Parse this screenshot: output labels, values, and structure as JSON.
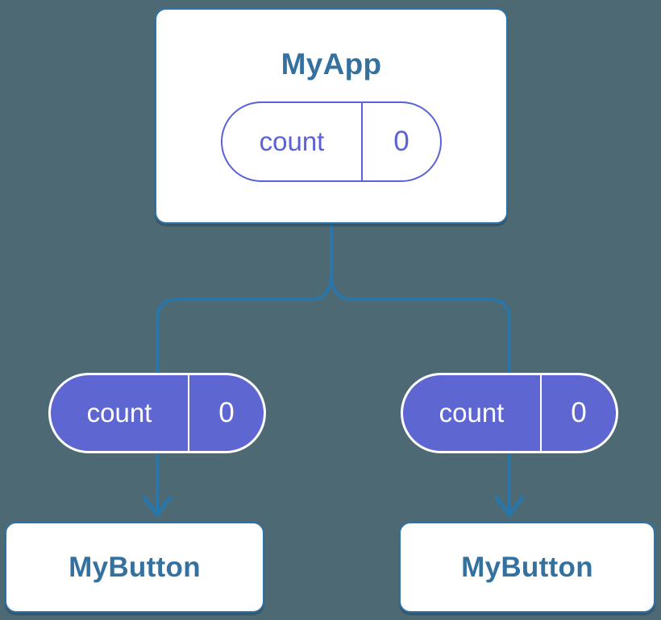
{
  "diagram": {
    "description": "Component tree with lifted state",
    "root": {
      "label": "MyApp",
      "state": {
        "name": "count",
        "value": "0"
      }
    },
    "children": [
      {
        "label": "MyButton",
        "prop": {
          "name": "count",
          "value": "0"
        }
      },
      {
        "label": "MyButton",
        "prop": {
          "name": "count",
          "value": "0"
        }
      }
    ]
  },
  "colors": {
    "background": "#4d6974",
    "line": "#2b76a8",
    "node_border": "#2d73a6",
    "node_text": "#35719e",
    "purple_stroke": "#5b62d6",
    "purple_fill": "#5e66d2",
    "pill_text_light": "#ffffff",
    "node_fill": "#ffffff"
  }
}
